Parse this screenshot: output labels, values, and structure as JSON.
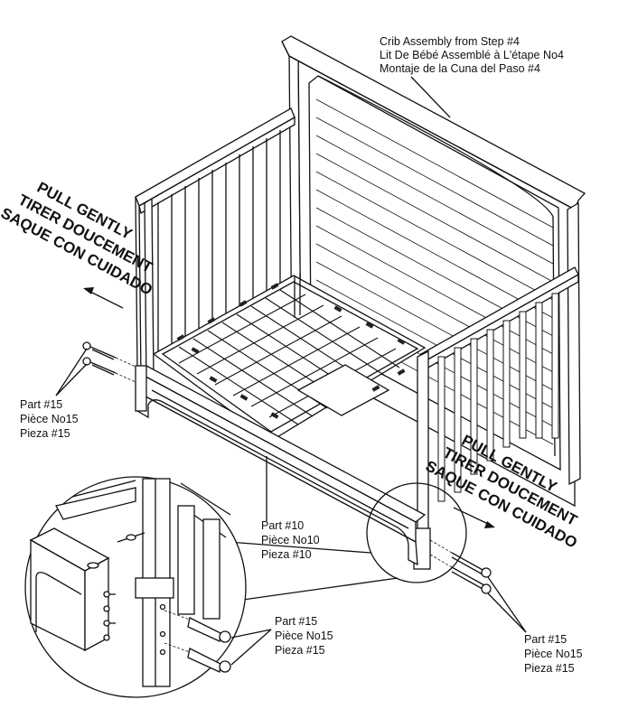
{
  "callouts": {
    "crib_assembly": [
      "Crib Assembly from Step #4",
      "Lit De Bébé Assemblé à L'étape No4",
      "Montaje de la Cuna del Paso #4"
    ],
    "part15_left": [
      "Part #15",
      "Pièce No15",
      "Pieza #15"
    ],
    "part10": [
      "Part #10",
      "Pièce No10",
      "Pieza #10"
    ],
    "part15_detail": [
      "Part #15",
      "Pièce No15",
      "Pieza #15"
    ],
    "part15_right": [
      "Part #15",
      "Pièce No15",
      "Pieza #15"
    ]
  },
  "warnings": {
    "left": [
      "PULL GENTLY",
      "TIRER DOUCEMENT",
      "SAQUE CON CUIDADO"
    ],
    "right": [
      "PULL GENTLY",
      "TIRER DOUCEMENT",
      "SAQUE CON CUIDADO"
    ]
  }
}
